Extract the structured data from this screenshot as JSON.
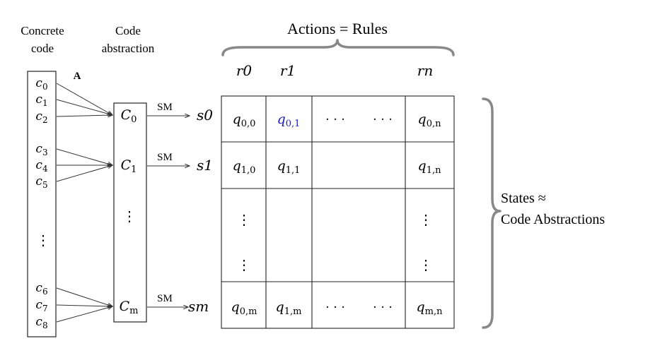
{
  "headers": {
    "concrete": [
      "Concrete",
      "code"
    ],
    "abstraction": [
      "Code",
      "abstraction"
    ],
    "actions": "Actions = Rules"
  },
  "concrete_items": [
    {
      "base": "c",
      "sub": "0"
    },
    {
      "base": "c",
      "sub": "1"
    },
    {
      "base": "c",
      "sub": "2"
    },
    {
      "base": "c",
      "sub": "3"
    },
    {
      "base": "c",
      "sub": "4"
    },
    {
      "base": "c",
      "sub": "5"
    },
    {
      "base": "c",
      "sub": "6"
    },
    {
      "base": "c",
      "sub": "7"
    },
    {
      "base": "c",
      "sub": "8"
    }
  ],
  "map_label": "A",
  "abstractions": [
    {
      "base": "C",
      "sub": "0"
    },
    {
      "base": "C",
      "sub": "1"
    },
    {
      "base": "C",
      "sub": "m"
    }
  ],
  "sm_label": "SM",
  "states": [
    "s0",
    "s1",
    "sm"
  ],
  "rule_headers": [
    "r0",
    "r1",
    "rn"
  ],
  "table": {
    "row0": [
      {
        "base": "q",
        "sub": "0,0"
      },
      {
        "base": "q",
        "sub": "0,1",
        "highlight": true
      },
      {
        "text": "· · ·"
      },
      {
        "text": "· · ·"
      },
      {
        "base": "q",
        "sub": "0,n"
      }
    ],
    "row1": [
      {
        "base": "q",
        "sub": "1,0"
      },
      {
        "base": "q",
        "sub": "1,1"
      },
      {
        "text": ""
      },
      {
        "text": ""
      },
      {
        "base": "q",
        "sub": "1,n"
      }
    ],
    "rowm": [
      {
        "base": "q",
        "sub": "0,m"
      },
      {
        "base": "q",
        "sub": "1,m"
      },
      {
        "text": "· · ·"
      },
      {
        "text": "· · ·"
      },
      {
        "base": "q",
        "sub": "m,n"
      }
    ]
  },
  "states_label": [
    "States ≈",
    "Code Abstractions"
  ],
  "colors": {
    "highlight": "#2020c0",
    "brace": "#888888"
  }
}
